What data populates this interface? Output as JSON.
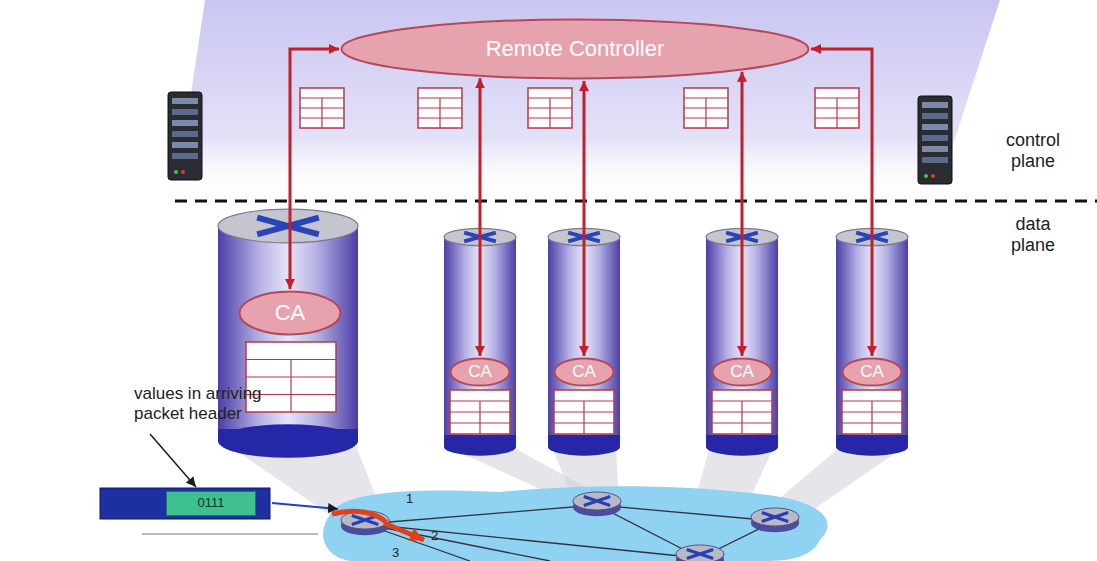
{
  "diagram": {
    "nodes": [
      {
        "text": [
          "Remote Controller"
        ]
      },
      {
        "text": [
          "CA"
        ]
      },
      {
        "text": [
          "CA"
        ]
      },
      {
        "text": [
          "CA"
        ]
      },
      {
        "text": [
          "CA"
        ]
      },
      {
        "text": [
          "CA"
        ]
      },
      {
        "text": [
          "0111"
        ]
      }
    ],
    "edges": [
      {
        "from": 0,
        "to": 1,
        "arrow": "both"
      },
      {
        "from": 0,
        "to": 2,
        "arrow": "both"
      },
      {
        "from": 0,
        "to": 3,
        "arrow": "both"
      },
      {
        "from": 0,
        "to": 4,
        "arrow": "both"
      },
      {
        "from": 0,
        "to": 5,
        "arrow": "both"
      }
    ],
    "labels": [
      "control plane",
      "data plane",
      "values in arriving packet header",
      "1",
      "2",
      "3"
    ]
  }
}
